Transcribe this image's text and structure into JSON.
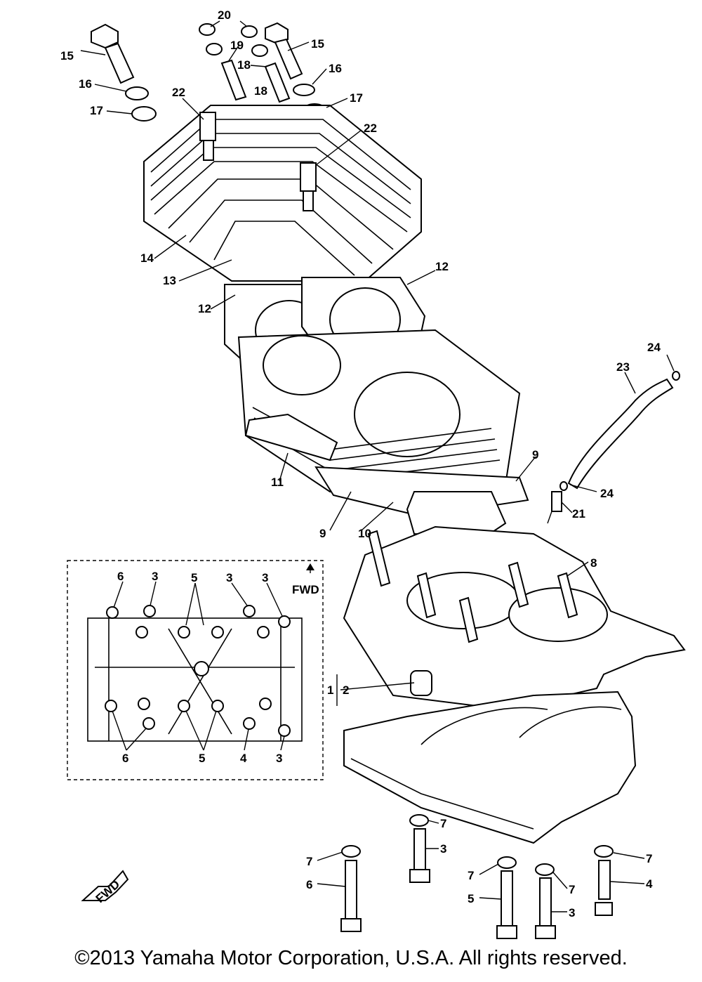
{
  "callouts": {
    "c15a": "15",
    "c15b": "15",
    "c16a": "16",
    "c16b": "16",
    "c17a": "17",
    "c17b": "17",
    "c18a": "18",
    "c18b": "18",
    "c19": "19",
    "c20": "20",
    "c22a": "22",
    "c22b": "22",
    "c14": "14",
    "c13": "13",
    "c12a": "12",
    "c12b": "12",
    "c11": "11",
    "c10": "10",
    "c9a": "9",
    "c9b": "9",
    "c23": "23",
    "c24a": "24",
    "c24b": "24",
    "c21": "21",
    "c8": "8",
    "c1": "1",
    "c2": "2",
    "c7a": "7",
    "c7b": "7",
    "c7c": "7",
    "c7d": "7",
    "c7e": "7",
    "c3a": "3",
    "c3b": "3",
    "c6": "6",
    "c5": "5",
    "c4": "4"
  },
  "inset": {
    "fwd_label": "FWD",
    "top": {
      "l6": "6",
      "l3a": "3",
      "l5": "5",
      "l3b": "3",
      "l3c": "3"
    },
    "bottom": {
      "l6": "6",
      "l5": "5",
      "l4": "4",
      "l3": "3"
    }
  },
  "fwd_arrow_label": "FWD",
  "copyright": "©2013 Yamaha Motor Corporation, U.S.A. All rights reserved."
}
